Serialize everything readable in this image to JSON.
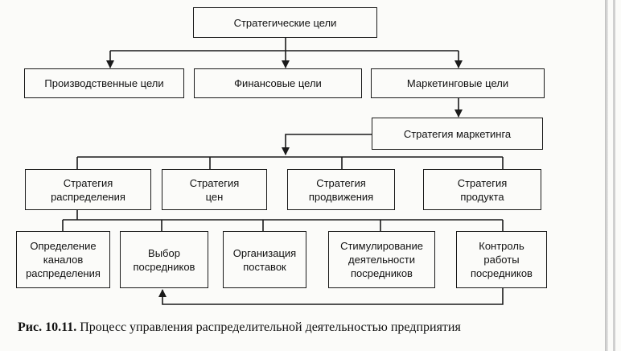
{
  "diagram": {
    "level1": {
      "strategic_goals": "Стратегические цели"
    },
    "level2": {
      "production_goals": "Производственные цели",
      "financial_goals": "Финансовые цели",
      "marketing_goals": "Маркетинговые цели"
    },
    "level3": {
      "marketing_strategy": "Стратегия маркетинга"
    },
    "level4": {
      "distribution_strategy": "Стратегия\nраспределения",
      "price_strategy": "Стратегия\nцен",
      "promotion_strategy": "Стратегия\nпродвижения",
      "product_strategy": "Стратегия\nпродукта"
    },
    "level5": {
      "channel_definition": "Определение\nканалов\nраспределения",
      "intermediary_selection": "Выбор\nпосредников",
      "supply_organization": "Организация\nпоставок",
      "intermediary_stimulation": "Стимулирование\nдеятельности\nпосредников",
      "intermediary_control": "Контроль\nработы\nпосредников"
    }
  },
  "caption": {
    "number": "Рис. 10.11.",
    "text": "Процесс управления распределительной деятельностью предприятия"
  },
  "colors": {
    "line": "#1a1a1a",
    "background": "#fbfbf9"
  }
}
